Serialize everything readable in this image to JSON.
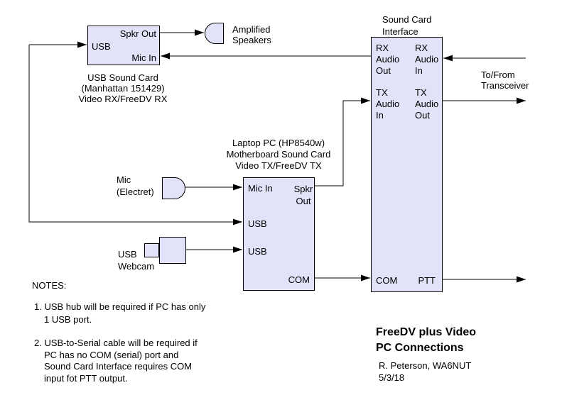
{
  "colors": {
    "box_fill": "#e2e3f8",
    "line": "#000000",
    "text": "#000000",
    "background": "#ffffff"
  },
  "usb_sound_card": {
    "port_spkr_out": "Spkr Out",
    "port_usb": "USB",
    "port_mic_in": "Mic In",
    "caption_line1": "USB Sound Card",
    "caption_line2": "(Manhattan 151429)",
    "caption_line3": "Video RX/FreeDV RX"
  },
  "amplified_speakers": {
    "label_line1": "Amplified",
    "label_line2": "Speakers"
  },
  "mic": {
    "label_line1": "Mic",
    "label_line2": "(Electret)"
  },
  "usb_webcam": {
    "label_line1": "USB",
    "label_line2": "Webcam"
  },
  "laptop": {
    "caption_line1": "Laptop PC (HP8540w)",
    "caption_line2": "Motherboard Sound Card",
    "caption_line3": "Video TX/FreeDV TX",
    "port_mic_in": "Mic In",
    "port_spkr_line1": "Spkr",
    "port_spkr_line2": "Out",
    "port_usb1": "USB",
    "port_usb2": "USB",
    "port_com": "COM"
  },
  "sound_card_interface": {
    "caption_line1": "Sound Card",
    "caption_line2": "Interface",
    "rx_audio_out": [
      "RX",
      "Audio",
      "Out"
    ],
    "rx_audio_in": [
      "RX",
      "Audio",
      "In"
    ],
    "tx_audio_in": [
      "TX",
      "Audio",
      "In"
    ],
    "tx_audio_out": [
      "TX",
      "Audio",
      "Out"
    ],
    "port_com": "COM",
    "port_ptt": "PTT"
  },
  "transceiver": {
    "label_line1": "To/From",
    "label_line2": "Transceiver"
  },
  "notes": {
    "heading": "NOTES:",
    "item1_line1": "1. USB hub will be required if PC has only",
    "item1_line2": "1 USB port.",
    "item2_line1": "2. USB-to-Serial cable will be required if",
    "item2_line2": "PC has no COM (serial) port and",
    "item2_line3": "Sound Card Interface requires COM",
    "item2_line4": "input fot PTT output."
  },
  "title_block": {
    "title_line1": "FreeDV plus Video",
    "title_line2": "PC Connections",
    "author": "R. Peterson, WA6NUT",
    "date": "5/3/18"
  }
}
